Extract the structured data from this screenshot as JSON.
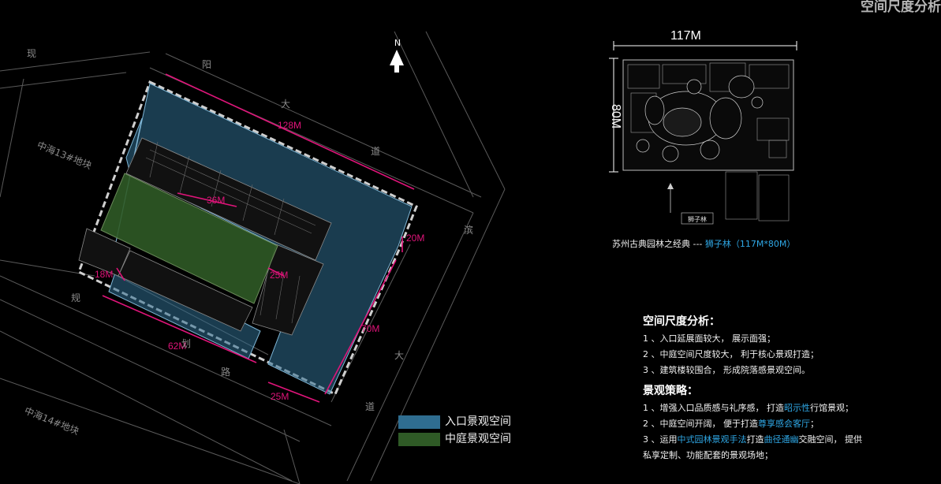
{
  "header": {
    "title": "空间尺度分析"
  },
  "north_label": "N",
  "site_plan": {
    "dimensions": {
      "top_edge": "128M",
      "right_notch": "20M",
      "right_edge": "70M",
      "bottom_right": "25M",
      "bottom_edge": "62M",
      "inner_left": "18M",
      "inner_right": "25M",
      "inner_top": "36M"
    },
    "road_labels": [
      "中海13#地块",
      "中海14#地块",
      "现",
      "规",
      "阳",
      "大",
      "道",
      "划",
      "路",
      "道",
      "大",
      "滨"
    ],
    "zones": {
      "entrance_color": "#2f6d90",
      "courtyard_color": "#2f5a26"
    }
  },
  "lion_garden": {
    "width_label": "117M",
    "height_label": "80M",
    "map_label": "狮子林",
    "caption_prefix": "苏州古典园林之经典 --- ",
    "caption_highlight": "狮子林（117M*80M）"
  },
  "analysis": {
    "title": "空间尺度分析：",
    "items": [
      "1 、入口延展面较大， 展示面强；",
      "2 、中庭空间尺度较大， 利于核心景观打造；",
      "3 、建筑楼较围合， 形成院落感景观空间。"
    ]
  },
  "strategy": {
    "title": "景观策略：",
    "item1": {
      "pre": "1 、增强入口品质感与礼序感， 打造",
      "hl": "昭示性",
      "post": "行馆景观；"
    },
    "item2": {
      "pre": "2 、中庭空间开阔， 便于打造",
      "hl": "尊享感会客厅",
      "post": "；"
    },
    "item3": {
      "pre": "3 、运用",
      "hl1": "中式园林景观手法",
      "mid": "打造",
      "hl2": "曲径通幽",
      "post": "交融空间， 提供"
    },
    "item3_cont": "私享定制、功能配套的景观场地；"
  },
  "legend": [
    {
      "label": "入口景观空间",
      "color": "#2f6d90"
    },
    {
      "label": "中庭景观空间",
      "color": "#2f5a26"
    }
  ],
  "colors": {
    "accent": "#2fa8e6",
    "dimension": "#e0147a"
  }
}
